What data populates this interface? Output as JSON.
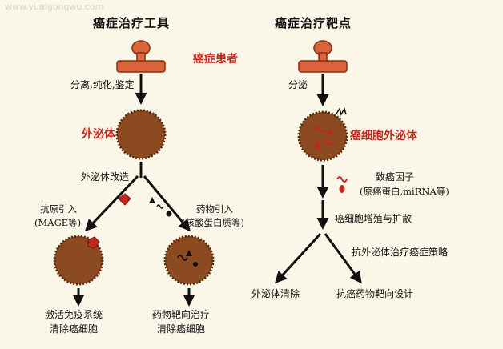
{
  "watermark": "www.yuaigongwu.com",
  "left": {
    "title": "癌症治疗工具",
    "isolate_label": "分离,纯化,鉴定",
    "exosome_label": "外泌体",
    "modify_label": "外泌体改造",
    "antigen_line1": "抗原引入",
    "antigen_line2": "(MAGE等)",
    "drug_line1": "药物引入",
    "drug_line2": "(核酸蛋白质等)",
    "result_left_line1": "激活免疫系统",
    "result_left_line2": "清除癌细胞",
    "result_right_line1": "药物靶向治疗",
    "result_right_line2": "清除癌细胞"
  },
  "center": {
    "patient_label": "癌症患者"
  },
  "right": {
    "title": "癌症治疗靶点",
    "secrete_label": "分泌",
    "exosome_label": "癌细胞外泌体",
    "factor_line1": "致癌因子",
    "factor_line2": "(原癌蛋白,miRNA等)",
    "proliferation_label": "癌细胞增殖与扩散",
    "strategy_label": "抗外泌体治疗癌症策略",
    "result_left": "外泌体清除",
    "result_right": "抗癌药物靶向设计"
  },
  "colors": {
    "stamp": "#d9633a",
    "stamp_edge": "#8a2d12",
    "exosome": "#8b4a20",
    "exosome_edge": "#5a2a0c",
    "accent_red": "#c0281e",
    "arrow": "#111111"
  }
}
